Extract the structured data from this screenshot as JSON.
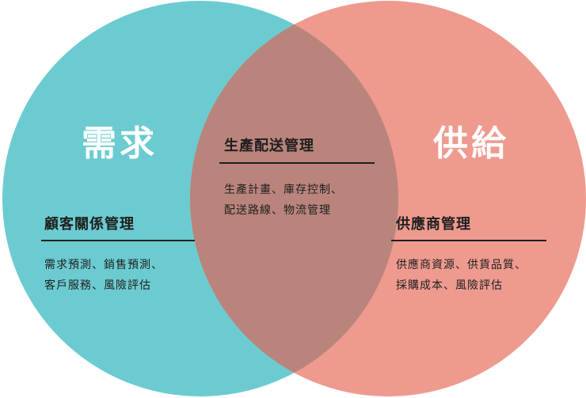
{
  "colors": {
    "demand_circle": "#6ccbd0",
    "supply_circle": "#ee9a8f",
    "overlap": "#b9847b",
    "text": "#1f1f1f",
    "title_text": "#ffffff"
  },
  "demand": {
    "title": "需求",
    "heading": "顧客關係管理",
    "items_line1": "需求預測、銷售預測、",
    "items_line2": "客戶服務、風險評估"
  },
  "overlap": {
    "heading": "生產配送管理",
    "items_line1": "生產計畫、庫存控制、",
    "items_line2": "配送路線、物流管理"
  },
  "supply": {
    "title": "供給",
    "heading": "供應商管理",
    "items_line1": "供應商資源、供貨品質、",
    "items_line2": "採購成本、風險評估"
  }
}
